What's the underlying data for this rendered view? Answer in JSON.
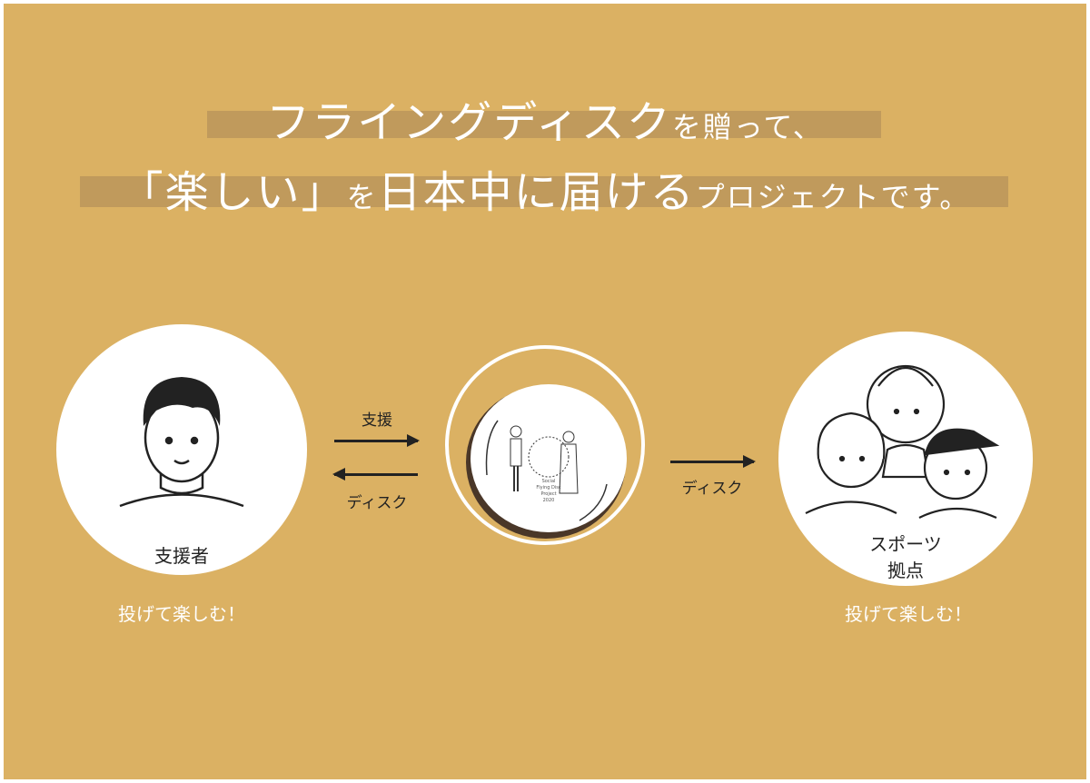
{
  "headline": {
    "line1_a": "フライングディスク",
    "line1_b": "を贈って、",
    "line2_a": "「楽しい」",
    "line2_b": "を",
    "line2_c": "日本中に届ける",
    "line2_d": "プロジェクトです。"
  },
  "supporter": {
    "label": "支援者",
    "caption": "投げて楽しむ！"
  },
  "arrows": {
    "support_label": "支援",
    "disc_back_label": "ディスク",
    "disc_forward_label": "ディスク"
  },
  "disc": {
    "logo_text": [
      "Social",
      "Flying Disc",
      "Project",
      "2020"
    ]
  },
  "sports_base": {
    "label_line1": "スポーツ",
    "label_line2": "拠点",
    "caption": "投げて楽しむ！"
  },
  "colors": {
    "background": "#dbb163",
    "highlight": "#c09a5c",
    "ink": "#222222"
  }
}
